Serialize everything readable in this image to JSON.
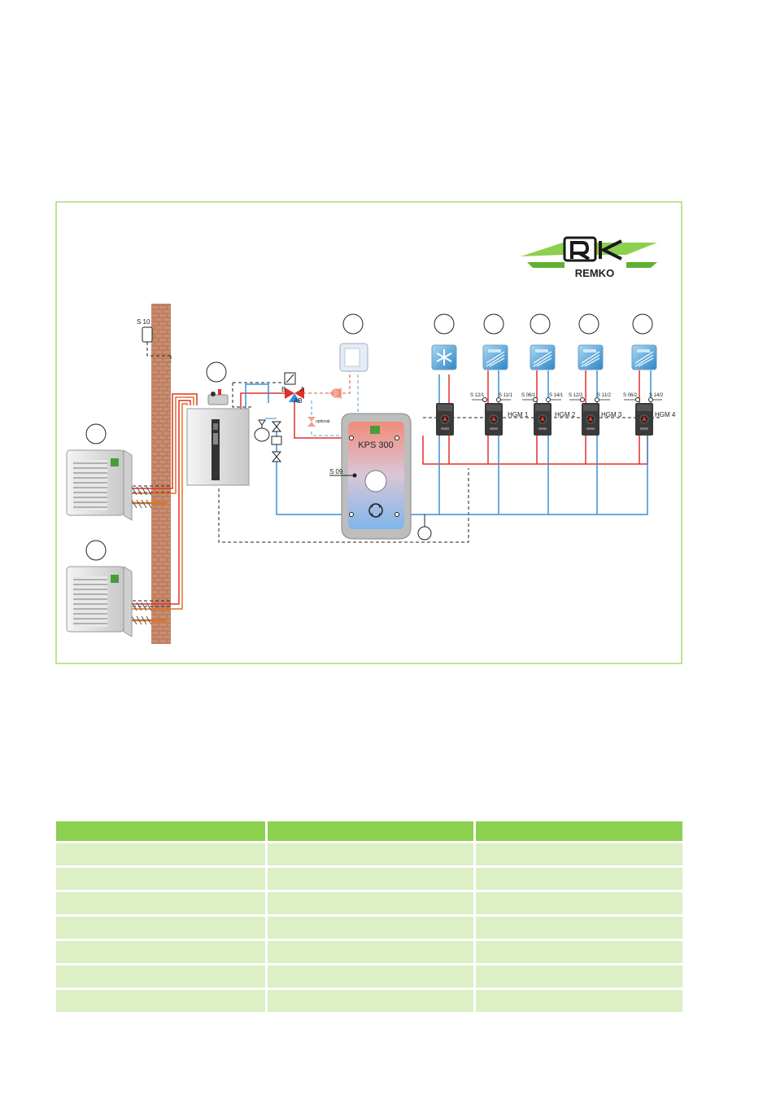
{
  "brand": {
    "name": "REMKO",
    "colors": {
      "green": "#8cd04f",
      "light_green": "#dcefc5",
      "frame": "#a8d878"
    }
  },
  "sensors": [
    "S 10",
    "S 09",
    "S 12/1",
    "S 11/1",
    "S 06/1",
    "S 14/1",
    "S 12/2",
    "S 11/2",
    "S 06/2",
    "S 14/2"
  ],
  "valve_ports": {
    "a": "A",
    "b": "B",
    "ab": "AB"
  },
  "optional_label": "optional",
  "tank_label": "KPS 300",
  "circuits": [
    "HGM 1",
    "HGM 2",
    "HGM 3",
    "HGM 4"
  ],
  "icons": [
    "snowflake-icon",
    "floor-heating-icon"
  ],
  "table": {
    "columns": 3,
    "rows": 7
  }
}
